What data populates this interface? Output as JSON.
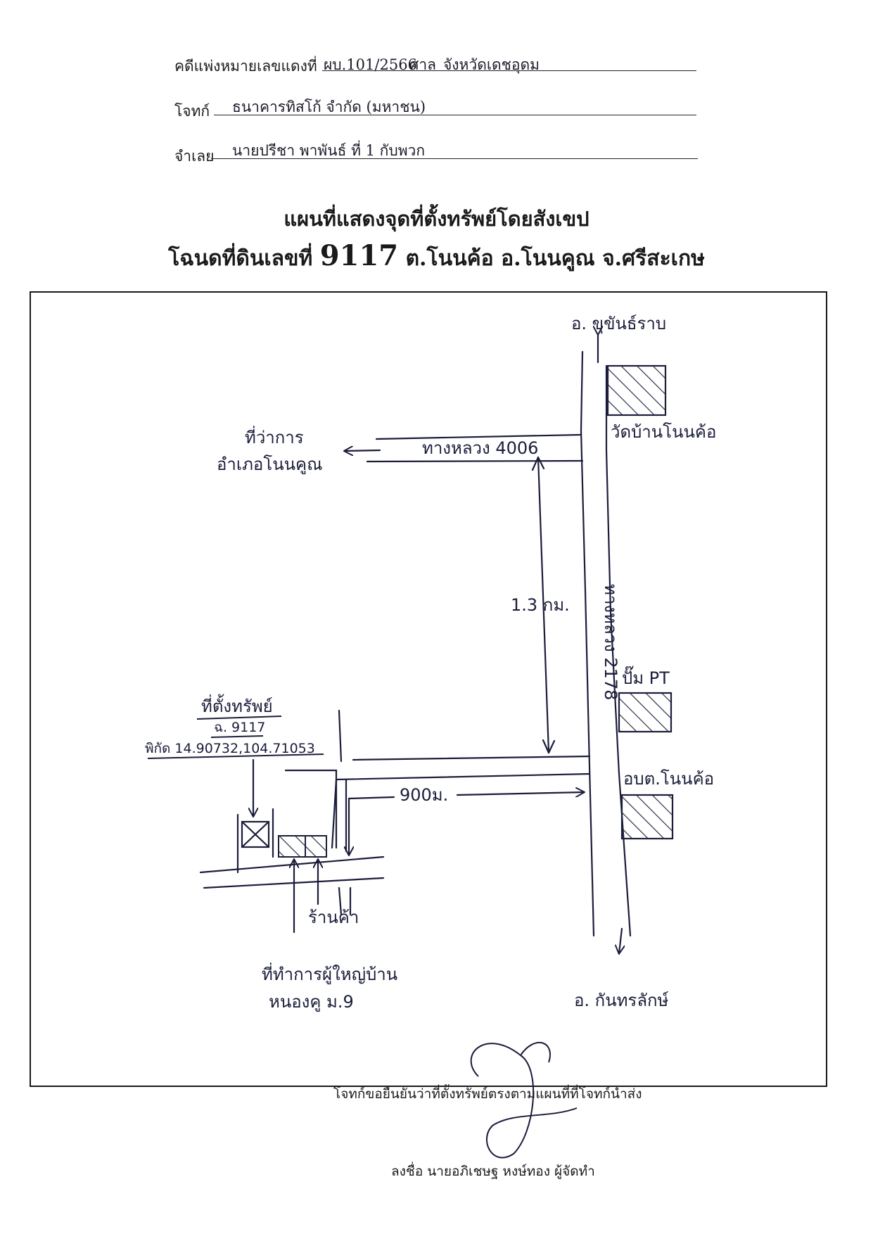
{
  "header": {
    "case_label": "คดีแพ่งหมายเลขแดงที่",
    "case_number": "ผบ.101/2566",
    "court_label": "ศาล",
    "court_name": "จังหวัดเดชอุดม",
    "plaintiff_label": "โจทก์",
    "plaintiff_name": "ธนาคารทิสโก้ จำกัด (มหาชน)",
    "defendant_label": "จำเลย",
    "defendant_name": "นายปรีชา พาพันธ์ ที่ 1 กับพวก"
  },
  "title": {
    "line1": "แผนที่แสดงจุดที่ตั้งทรัพย์โดยสังเขป",
    "line2_prefix": "โฉนดที่ดินเลขที่",
    "deed_number": "9117",
    "line2_suffix": "ต.โนนค้อ อ.โนนคูณ จ.ศรีสะเกษ"
  },
  "map": {
    "north_destination": "อ. ขุขันธ์ราบ",
    "temple": "วัดบ้านโนนค้อ",
    "district_office_line1": "ที่ว่าการ",
    "district_office_line2": "อำเภอโนนคูณ",
    "highway_4006": "ทางหลวง 4006",
    "highway_2178": "ทางหลวง 2178",
    "distance_1": "1.3 กม.",
    "gas_station": "ปั๊ม PT",
    "sao_office": "อบต.โนนค้อ",
    "distance_2": "900ม.",
    "property_label": "ที่ตั้งทรัพย์",
    "property_deed": "ฉ. 9117",
    "coordinates": "พิกัด 14.90732,104.71053",
    "shop": "ร้านค้า",
    "headman_line1": "ที่ทำการผู้ใหญ่บ้าน",
    "headman_line2": "หนองคู ม.9",
    "south_destination": "อ. กันทรลักษ์",
    "ink_color": "#1b1d3a"
  },
  "footer": {
    "confirmation": "โจทก์ขอยืนยันว่าที่ตั้งทรัพย์ตรงตามแผนที่ที่โจทก์นำส่ง",
    "signature_line": "ลงชื่อ นายอภิเชษฐ หงษ์ทอง ผู้จัดทำ"
  }
}
